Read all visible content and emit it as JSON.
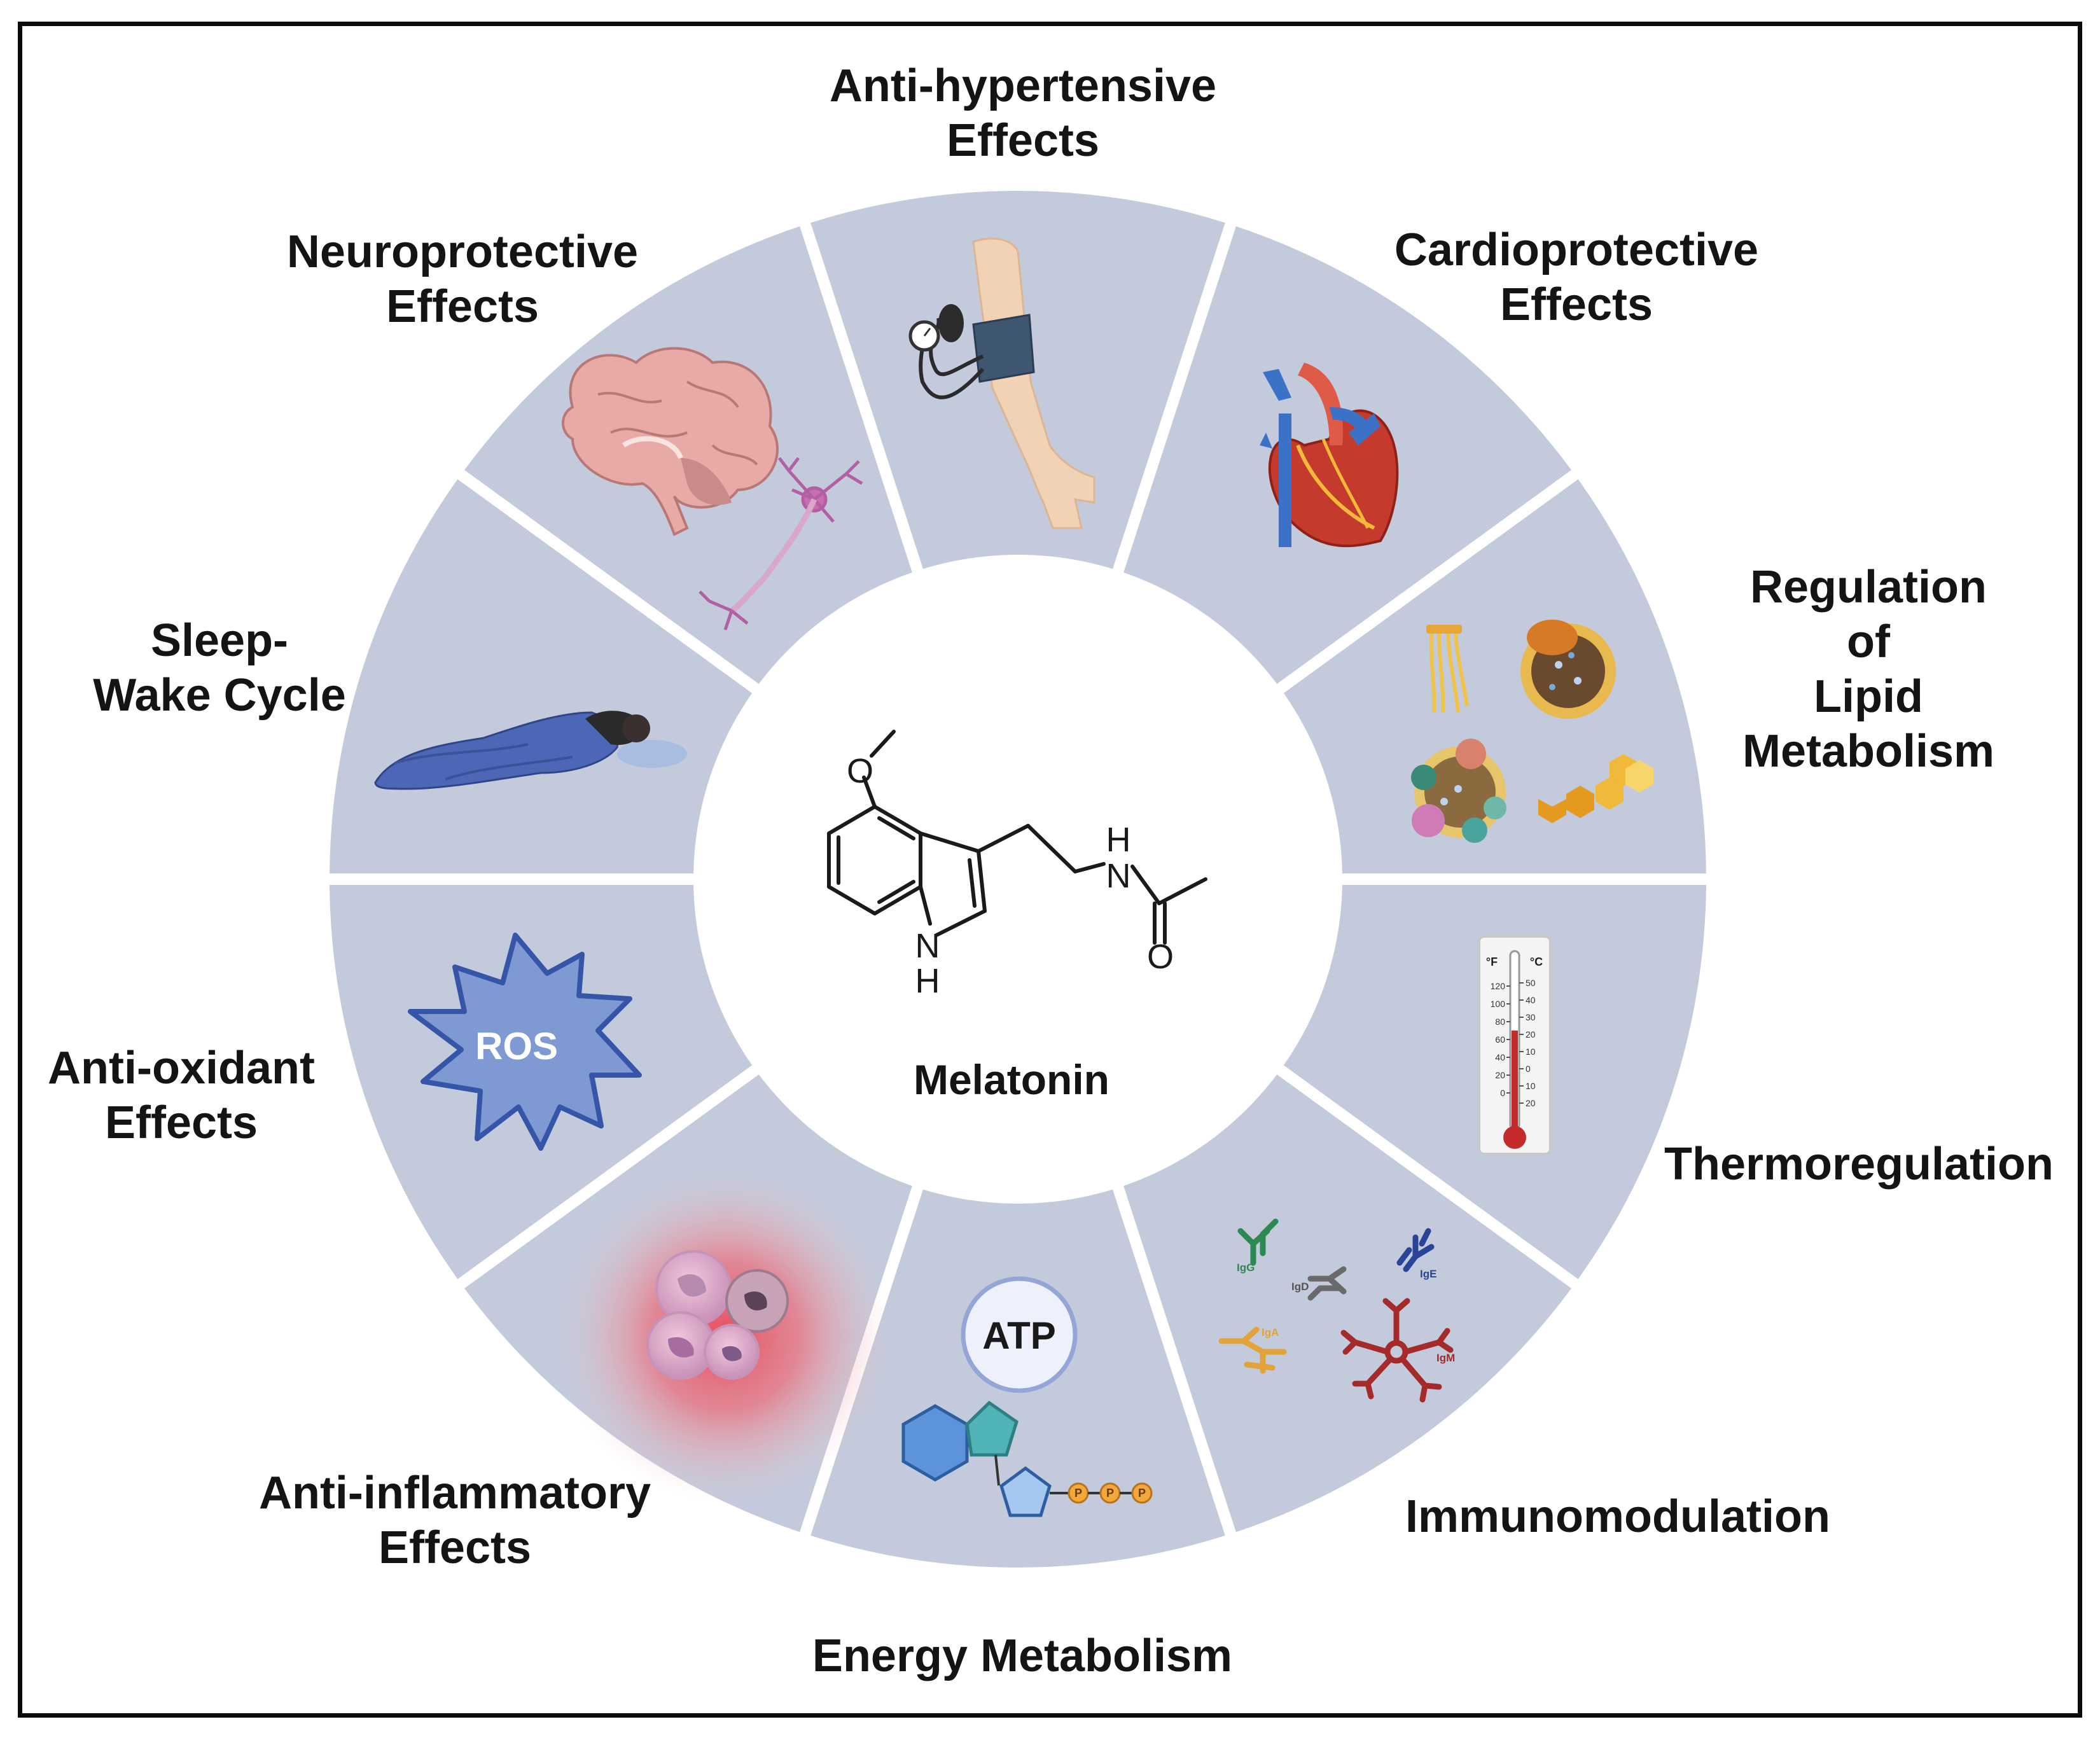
{
  "center": {
    "compound": "Melatonin",
    "atom_o_methoxy": "O",
    "atom_nh_top_h": "H",
    "atom_nh_top_n": "N",
    "atom_o_carbonyl": "O",
    "atom_nh_ring_n": "N",
    "atom_nh_ring_h": "H"
  },
  "segments": {
    "anti_hypertensive": "Anti-hypertensive\nEffects",
    "cardioprotective": "Cardioprotective\nEffects",
    "lipid": "Regulation of\nLipid\nMetabolism",
    "thermoregulation": "Thermoregulation",
    "immunomodulation": "Immunomodulation",
    "energy": "Energy Metabolism",
    "anti_inflammatory": "Anti-inflammatory\nEffects",
    "anti_oxidant": "Anti-oxidant\nEffects",
    "sleep": "Sleep-\nWake Cycle",
    "neuroprotective": "Neuroprotective\nEffects"
  },
  "icon_text": {
    "ros": "ROS",
    "atp": "ATP",
    "phosphate": "P",
    "thermo_f": "°F",
    "thermo_c": "°C",
    "thermo_f_ticks": [
      "120",
      "100",
      "80",
      "60",
      "40",
      "20",
      "0"
    ],
    "thermo_c_ticks": [
      "50",
      "40",
      "30",
      "20",
      "10",
      "0",
      "10",
      "20"
    ],
    "igg": "IgG",
    "igd": "IgD",
    "ige": "IgE",
    "iga": "IgA",
    "igm": "IgM"
  },
  "colors": {
    "segment_fill": "#c3cadb",
    "border": "#0a0a0a",
    "ros_fill": "#7f9ad2",
    "ros_stroke": "#3556a8",
    "inflammation_glow": "#e8485a",
    "atp_hex": "#5d93d8",
    "atp_pent": "#4fb3b7",
    "phosphate": "#f2a83a"
  }
}
